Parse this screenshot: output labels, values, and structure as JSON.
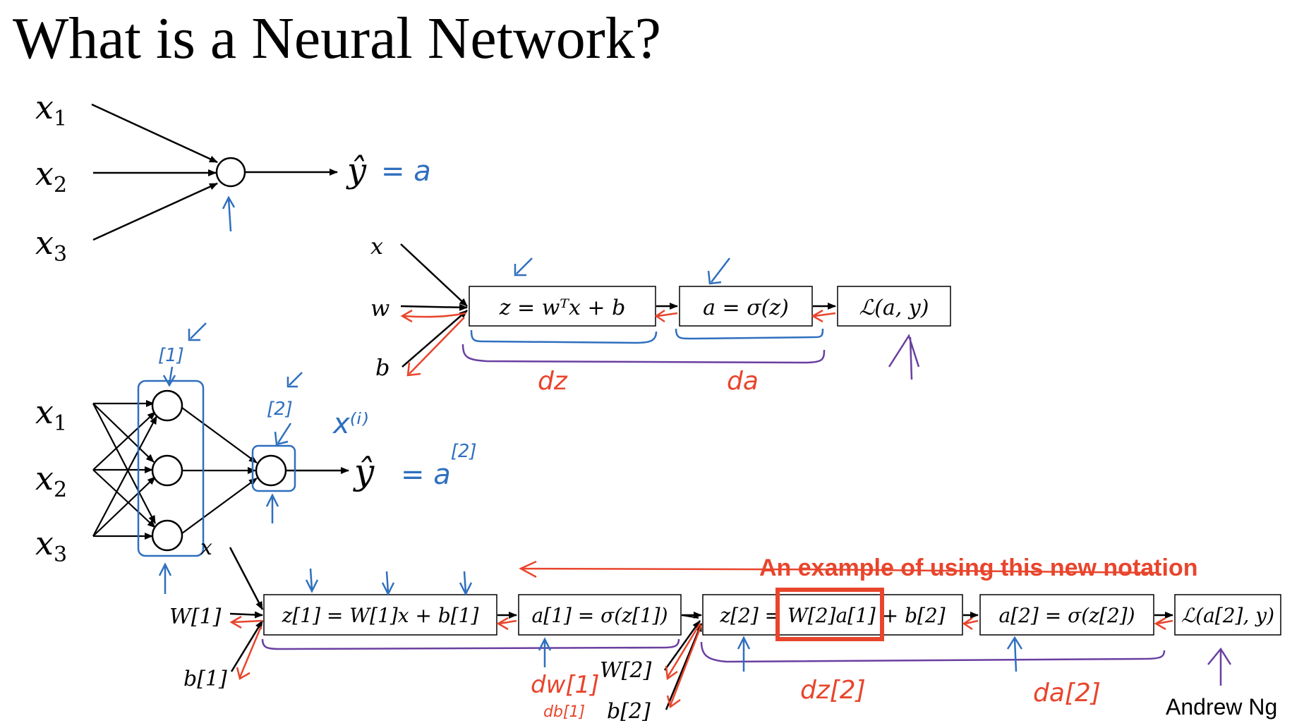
{
  "title": "What is a Neural Network?",
  "annotation": "An example of using this new notation",
  "author": "Andrew Ng",
  "colors": {
    "ink": "#000000",
    "handwriting_blue": "#2f6fbf",
    "handwriting_red": "#e8452c",
    "handwriting_purple": "#6a3fa0",
    "highlight_box": "#e8452c"
  },
  "top_network": {
    "inputs": [
      "x",
      "x",
      "x"
    ],
    "input_subscripts": [
      "1",
      "2",
      "3"
    ],
    "output_label": "ŷ",
    "output_note": "= a"
  },
  "single_graph": {
    "inputs": [
      "x",
      "w",
      "b"
    ],
    "boxes": [
      "z = wᵀx + b",
      "a = σ(z)",
      "ℒ(a, y)"
    ],
    "handwritten": [
      "dz",
      "da"
    ]
  },
  "two_layer_network": {
    "inputs": [
      "x",
      "x",
      "x"
    ],
    "input_subscripts": [
      "1",
      "2",
      "3"
    ],
    "layer_tags": [
      "[1]",
      "[2]"
    ],
    "sample_tag": "x⁽ⁱ⁾",
    "output_label": "ŷ",
    "output_note": "= a",
    "output_note_sup": "[2]"
  },
  "layered_graph": {
    "x_label": "x",
    "inputs": [
      "W[1]",
      "b[1]",
      "W[2]",
      "b[2]"
    ],
    "boxes": [
      "z[1] = W[1]x + b[1]",
      "a[1] = σ(z[1])",
      "z[2] = W[2]a[1] + b[2]",
      "a[2] = σ(z[2])",
      "ℒ(a[2], y)"
    ],
    "handwritten": [
      "dw[1]",
      "db[1]",
      "dz[2]",
      "da[2]"
    ]
  }
}
